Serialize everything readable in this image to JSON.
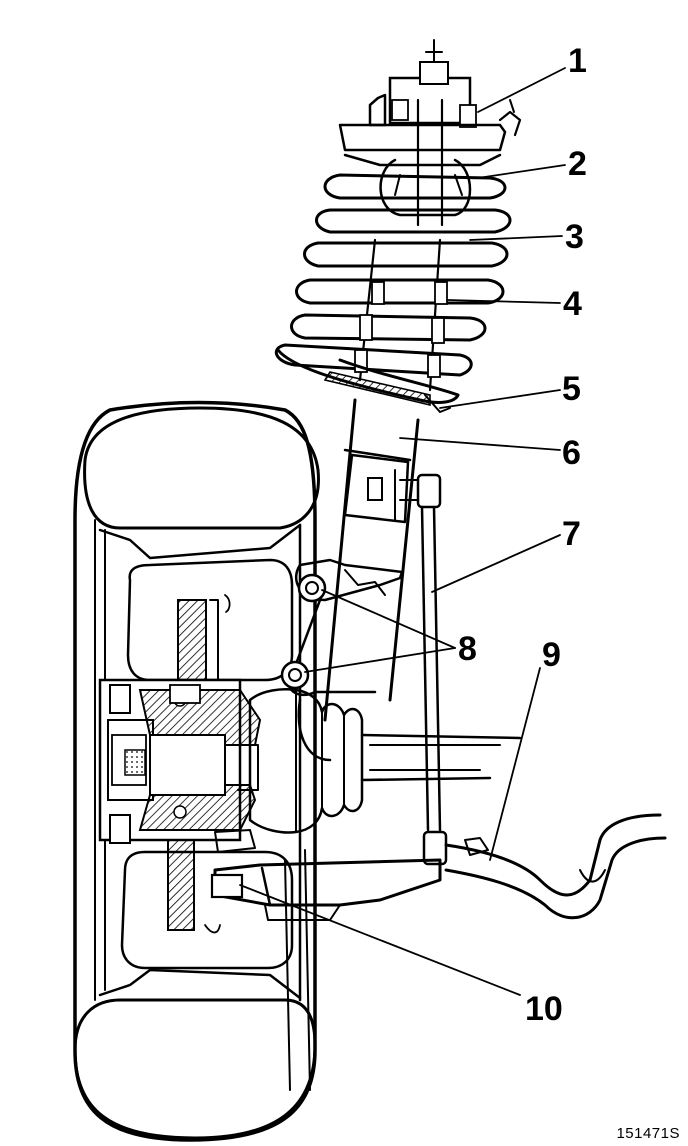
{
  "callouts": [
    {
      "label": "1"
    },
    {
      "label": "2"
    },
    {
      "label": "3"
    },
    {
      "label": "4"
    },
    {
      "label": "5"
    },
    {
      "label": "6"
    },
    {
      "label": "7"
    },
    {
      "label": "8"
    },
    {
      "label": "9"
    },
    {
      "label": "10"
    }
  ],
  "reference_code": "151471S",
  "colors": {
    "ink": "#000000",
    "paper": "#ffffff",
    "hatch": "#000000"
  }
}
